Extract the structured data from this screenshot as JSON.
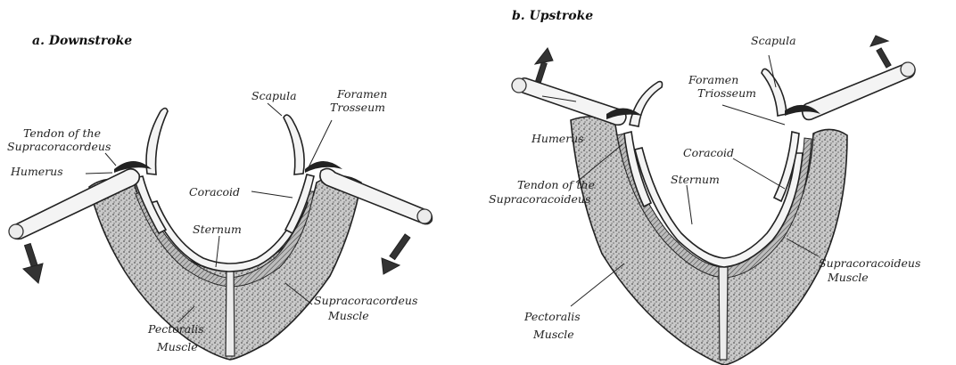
{
  "panels": [
    {
      "title": "a. Downstroke",
      "labels": {
        "tendon": [
          "Tendon of the",
          "Supracoracordeus"
        ],
        "humerus": "Humerus",
        "scapula": "Scapula",
        "foramen": [
          "Foramen",
          "Trosseum"
        ],
        "coracoid": "Coracoid",
        "sternum": "Sternum",
        "supra_muscle": [
          "Supracoracordeus",
          "Muscle"
        ],
        "pectoralis": [
          "Pectoralis",
          "Muscle"
        ]
      }
    },
    {
      "title": "b. Upstroke",
      "labels": {
        "scapula": "Scapula",
        "foramen": [
          "Foramen",
          "Triosseum"
        ],
        "humerus": "Humerus",
        "coracoid": "Coracoid",
        "tendon": [
          "Tendon of the",
          "Supracoracoideus"
        ],
        "sternum": "Sternum",
        "supra_muscle": [
          "Supracoracoideus",
          "Muscle"
        ],
        "pectoralis": [
          "Pectoralis",
          "Muscle"
        ]
      }
    }
  ],
  "colors": {
    "ink": "#222222",
    "background": "#ffffff",
    "muscle_tone": "#9a9a9a"
  }
}
